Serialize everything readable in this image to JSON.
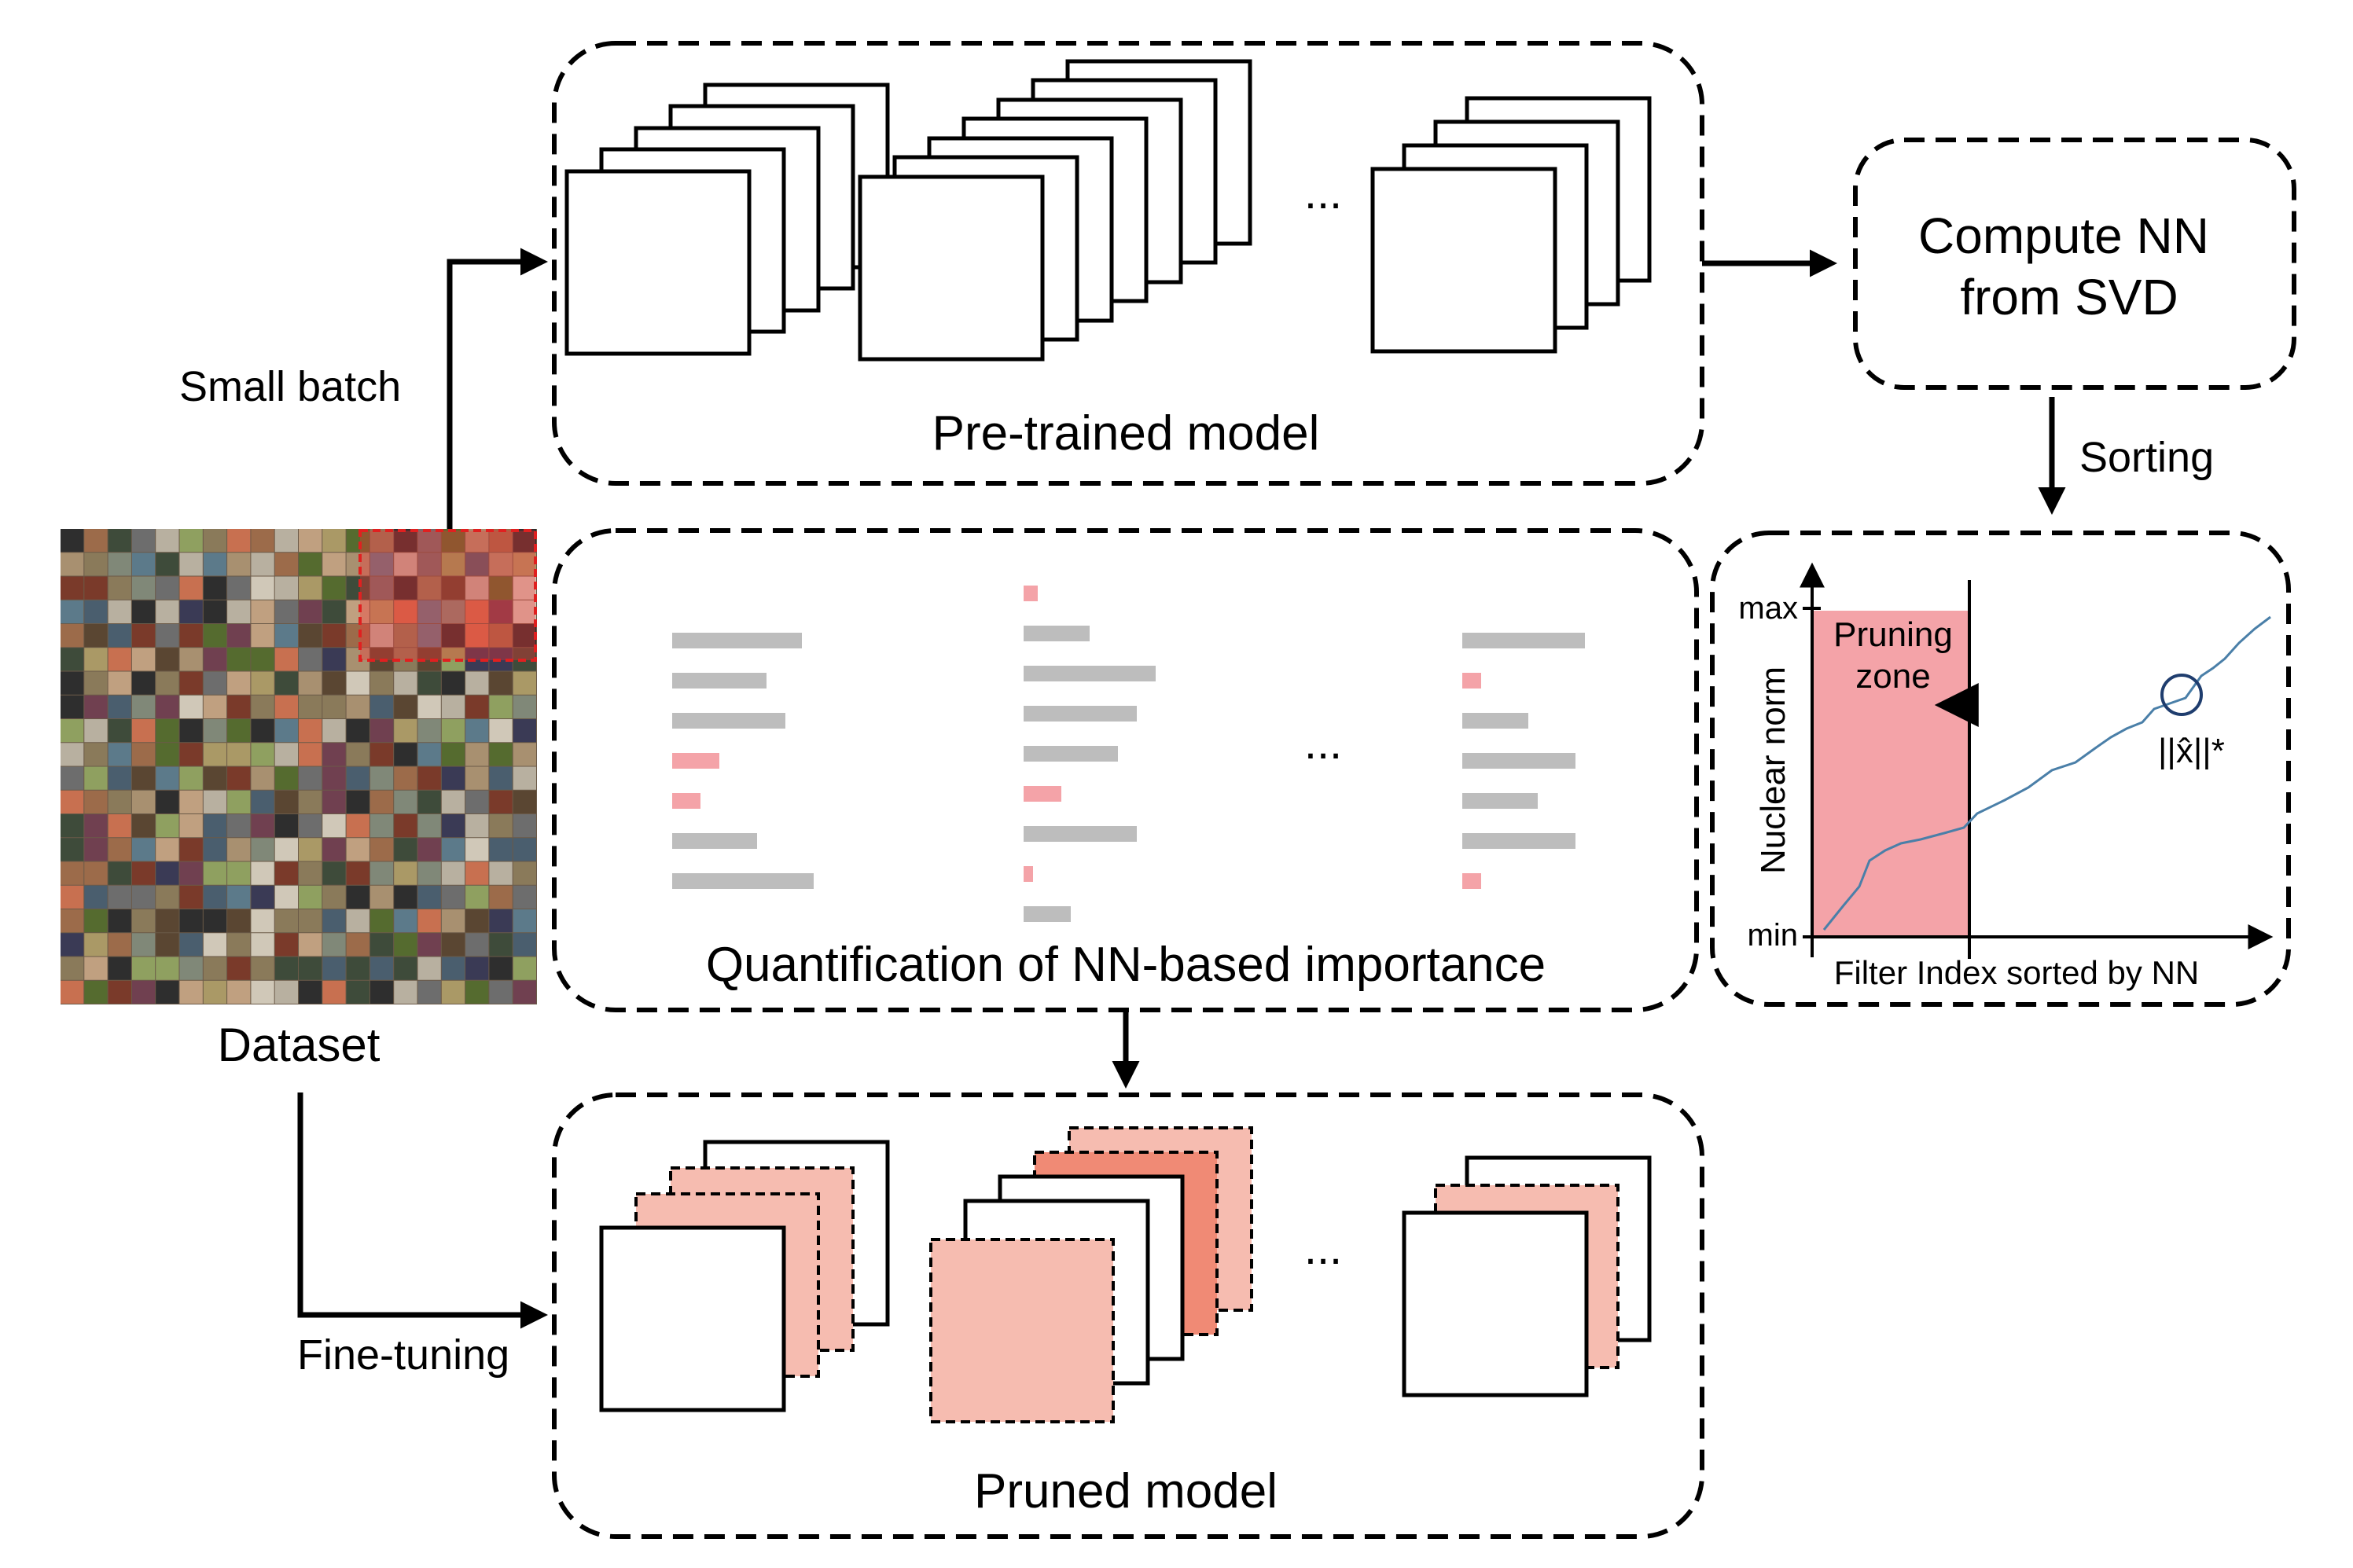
{
  "labels": {
    "small_batch": "Small batch",
    "pretrained_model": "Pre-trained model",
    "compute_nn_line1": "Compute NN",
    "compute_nn_line2": "from SVD",
    "sorting": "Sorting",
    "quantification": "Quantification of NN-based importance",
    "dataset": "Dataset",
    "fine_tuning": "Fine-tuning",
    "pruned_model": "Pruned model",
    "ellipsis": "..."
  },
  "plot": {
    "y_label": "Nuclear norm",
    "x_label": "Filter Index sorted by NN",
    "y_max": "max",
    "y_min": "min",
    "zone_line1": "Pruning",
    "zone_line2": "zone",
    "marker_label": "||x̂||*",
    "zone_color": "#f4a3a8",
    "curve_color": "#4a7fa8"
  },
  "colors": {
    "pruned_light": "#f6bcb0",
    "pruned_dark": "#f08a75",
    "importance_low": "#f4a3a8",
    "importance_high": "#bdbdbd"
  },
  "importance_columns": [
    {
      "bars": [
        {
          "value": 0.55,
          "pruned": false
        },
        {
          "value": 0.4,
          "pruned": false
        },
        {
          "value": 0.48,
          "pruned": false
        },
        {
          "value": 0.2,
          "pruned": true
        },
        {
          "value": 0.12,
          "pruned": true
        },
        {
          "value": 0.36,
          "pruned": false
        },
        {
          "value": 0.6,
          "pruned": false
        }
      ]
    },
    {
      "bars": [
        {
          "value": 0.06,
          "pruned": true
        },
        {
          "value": 0.28,
          "pruned": false
        },
        {
          "value": 0.56,
          "pruned": false
        },
        {
          "value": 0.48,
          "pruned": false
        },
        {
          "value": 0.4,
          "pruned": false
        },
        {
          "value": 0.16,
          "pruned": true
        },
        {
          "value": 0.48,
          "pruned": false
        },
        {
          "value": 0.04,
          "pruned": true
        },
        {
          "value": 0.2,
          "pruned": false
        }
      ]
    },
    {
      "bars": [
        {
          "value": 0.52,
          "pruned": false
        },
        {
          "value": 0.08,
          "pruned": true
        },
        {
          "value": 0.28,
          "pruned": false
        },
        {
          "value": 0.48,
          "pruned": false
        },
        {
          "value": 0.32,
          "pruned": false
        },
        {
          "value": 0.48,
          "pruned": false
        },
        {
          "value": 0.08,
          "pruned": true
        }
      ]
    }
  ]
}
